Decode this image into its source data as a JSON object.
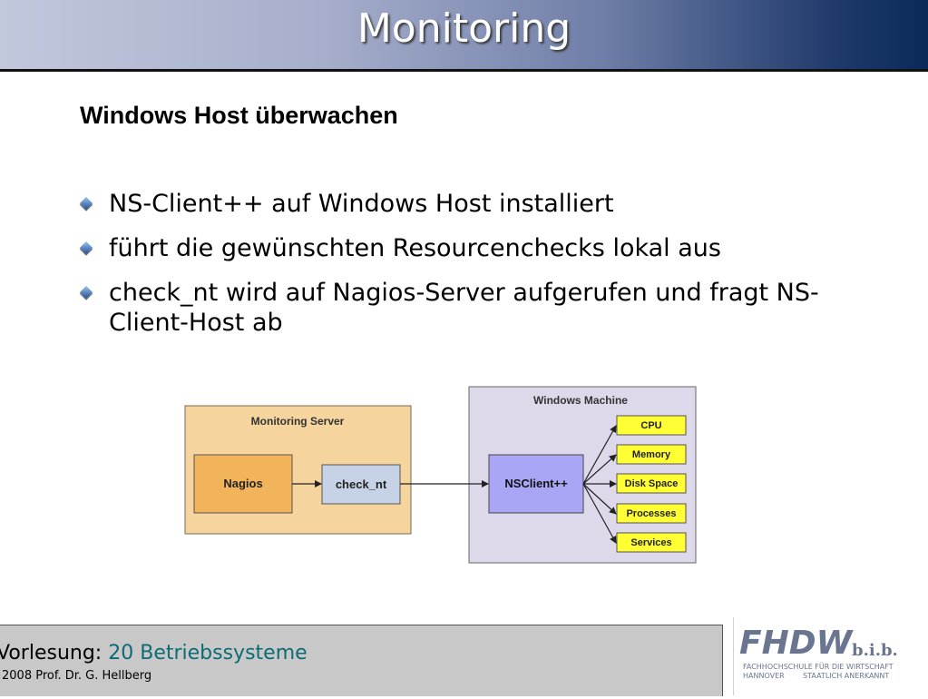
{
  "slide": {
    "title": "Monitoring",
    "subtitle": "Windows Host überwachen",
    "bullets": [
      "NS-Client++ auf Windows Host installiert",
      "führt die gewünschten Resourcenchecks lokal aus",
      "check_nt wird auf Nagios-Server aufgerufen und fragt NS-Client-Host ab"
    ]
  },
  "diagram": {
    "monitoring_server": {
      "label": "Monitoring Server",
      "nagios": "Nagios",
      "check_nt": "check_nt"
    },
    "windows_machine": {
      "label": "Windows Machine",
      "client": "NSClient++",
      "checks": [
        "CPU",
        "Memory",
        "Disk Space",
        "Processes",
        "Services"
      ]
    },
    "colors": {
      "server_bg": "#f5d49e",
      "nagios_box": "#f2b45a",
      "check_box": "#c6d3e6",
      "windows_bg": "#ddd8ea",
      "client_box": "#a9a6f5",
      "check_item": "#ffff33"
    }
  },
  "footer": {
    "lecture_label": "Vorlesung:",
    "course": "20 Betriebssysteme",
    "copyright": "2008 Prof. Dr. G. Hellberg"
  },
  "logo": {
    "main": "FHDW",
    "suffix": "b.i.b.",
    "line1": "FACHHOCHSCHULE FÜR DIE WIRTSCHAFT",
    "line2": "HANNOVER        STAATLICH ANERKANNT"
  }
}
